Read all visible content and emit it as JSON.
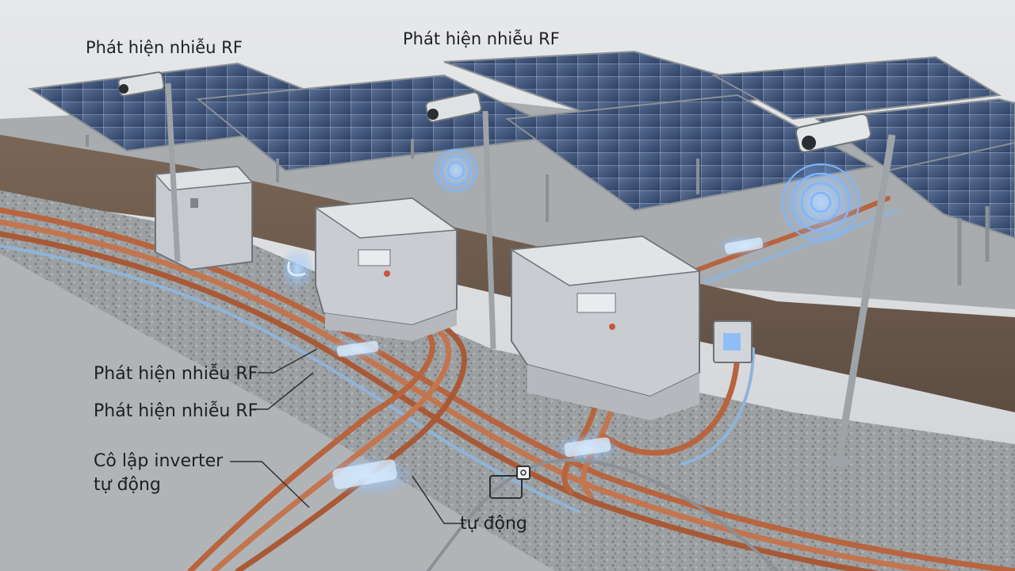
{
  "labels": {
    "top_left": "Phát hiện nhiễu RF",
    "top_center": "Phát hiện nhiễu RF",
    "mid_1": "Phát hiện nhiễu RF",
    "mid_2": "Phát hiện nhiễu RF",
    "isolation_line1": "Cô lập inverter",
    "isolation_line2": "tự động",
    "auto": "tự động"
  },
  "colors": {
    "copper": "#b8643f",
    "signal_glow": "#7fb6ff",
    "panel_blue": "#3d5580",
    "metal": "#b9bec4",
    "ground": "#6b5a4c"
  },
  "icons": [
    "camera-icon",
    "rf-signal-icon",
    "inverter-box-icon",
    "isolation-switch-icon",
    "junction-box-icon"
  ]
}
